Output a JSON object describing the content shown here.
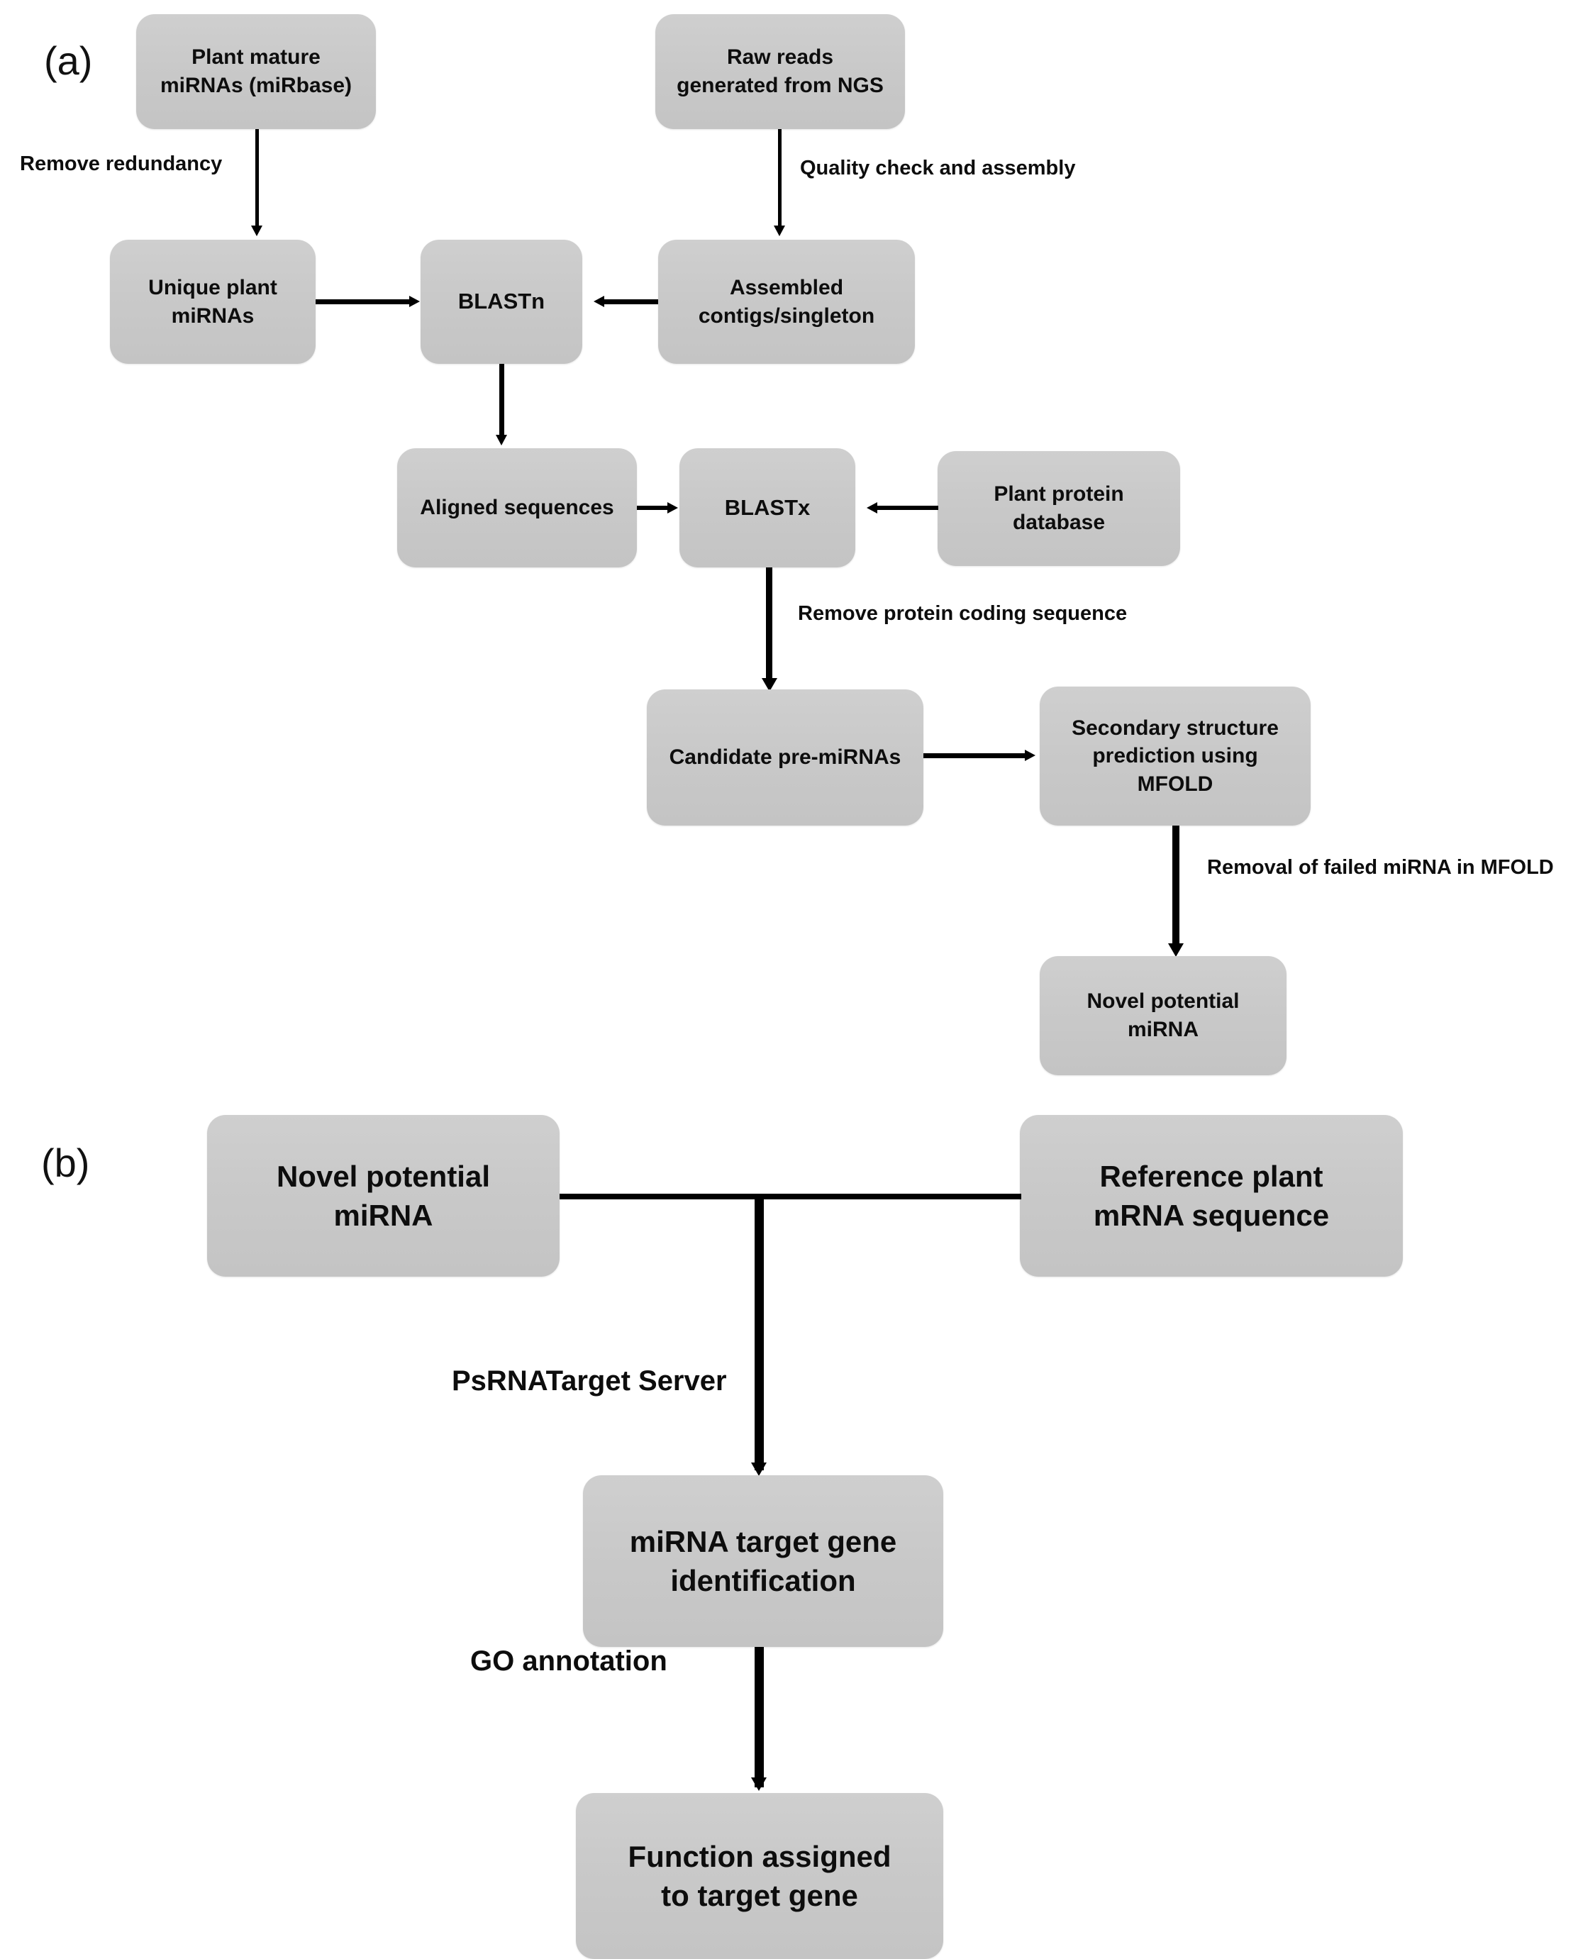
{
  "figure": {
    "panels": [
      {
        "id": "a",
        "label": "(a)",
        "nodes": [
          {
            "id": "plant-mature-mirnas",
            "lines": [
              "Plant mature",
              "miRNAs (miRbase)"
            ]
          },
          {
            "id": "raw-reads",
            "lines": [
              "Raw reads",
              "generated from NGS"
            ]
          },
          {
            "id": "unique-plant-mirnas",
            "lines": [
              "Unique plant",
              "miRNAs"
            ]
          },
          {
            "id": "blastn",
            "lines": [
              "BLASTn"
            ]
          },
          {
            "id": "assembled-contigs",
            "lines": [
              "Assembled",
              "contigs/singleton"
            ]
          },
          {
            "id": "aligned-sequences",
            "lines": [
              "Aligned sequences"
            ]
          },
          {
            "id": "blastx",
            "lines": [
              "BLASTx"
            ]
          },
          {
            "id": "plant-protein-db",
            "lines": [
              "Plant protein",
              "database"
            ]
          },
          {
            "id": "candidate-pre-mirnas",
            "lines": [
              "Candidate pre-miRNAs"
            ]
          },
          {
            "id": "mfold-prediction",
            "lines": [
              "Secondary structure",
              "prediction using",
              "MFOLD"
            ]
          },
          {
            "id": "novel-potential-mirna",
            "lines": [
              "Novel potential",
              "miRNA"
            ]
          }
        ],
        "edge_labels": [
          {
            "id": "remove-redundancy",
            "text": "Remove redundancy"
          },
          {
            "id": "quality-check-assembly",
            "text": "Quality check and assembly"
          },
          {
            "id": "remove-protein-coding",
            "text": "Remove protein coding sequence"
          },
          {
            "id": "removal-failed-mirna",
            "text": "Removal of failed miRNA in MFOLD"
          }
        ]
      },
      {
        "id": "b",
        "label": "(b)",
        "nodes": [
          {
            "id": "novel-potential-mirna-b",
            "lines": [
              "Novel potential",
              "miRNA"
            ]
          },
          {
            "id": "reference-plant-mrna",
            "lines": [
              "Reference plant",
              "mRNA sequence"
            ]
          },
          {
            "id": "mirna-target-gene",
            "lines": [
              "miRNA target gene",
              "identification"
            ]
          },
          {
            "id": "function-assigned",
            "lines": [
              "Function  assigned",
              "to target gene"
            ]
          }
        ],
        "edge_labels": [
          {
            "id": "psrnatarget-server",
            "text": "PsRNATarget Server"
          },
          {
            "id": "go-annotation",
            "text": "GO annotation"
          }
        ]
      }
    ],
    "colors": {
      "node_fill": "#c9c9c9",
      "node_fill_top": "#cfcfcf",
      "text": "#0d0d0d",
      "connector": "#000000",
      "background": "#ffffff"
    }
  }
}
